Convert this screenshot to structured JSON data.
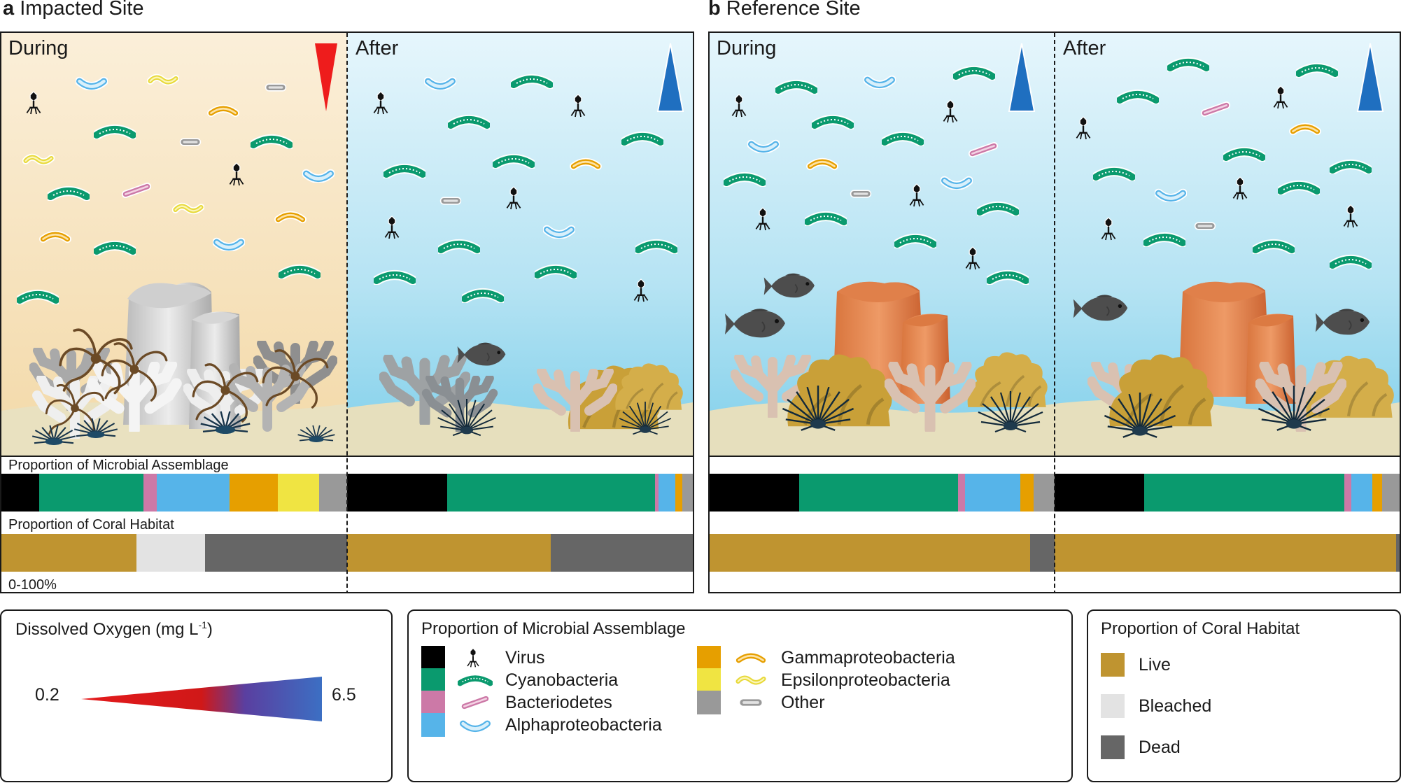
{
  "panel_a": {
    "letter": "a",
    "title": "Impacted Site"
  },
  "panel_b": {
    "letter": "b",
    "title": "Reference Site"
  },
  "phase": {
    "during": "During",
    "after": "After"
  },
  "row_labels": {
    "microbial": "Proportion of Microbial Assemblage",
    "coral": "Proportion of Coral Habitat",
    "scale": "0-100%"
  },
  "colors": {
    "virus": "#000000",
    "cyanobacteria": "#0a9a6e",
    "bacteriodetes": "#cc79a7",
    "alphaproteobacteria": "#56b4e9",
    "gammaproteobacteria": "#e69f00",
    "epsilonproteobacteria": "#f0e442",
    "other": "#999999",
    "live": "#bf9430",
    "bleached": "#e3e3e3",
    "dead": "#666666",
    "do_low": "#e41a1c",
    "do_high": "#3c6fc3"
  },
  "chart_data": [
    {
      "type": "bar",
      "title": "Proportion of Microbial Assemblage",
      "categories": [
        "Virus",
        "Cyanobacteria",
        "Bacteriodetes",
        "Alphaproteobacteria",
        "Gammaproteobacteria",
        "Epsilonproteobacteria",
        "Other"
      ],
      "series": [
        {
          "name": "Impacted Site During",
          "values": [
            11,
            30,
            4,
            21,
            14,
            12,
            8
          ]
        },
        {
          "name": "Impacted Site After",
          "values": [
            29,
            60,
            1,
            5,
            2,
            0,
            3
          ]
        },
        {
          "name": "Reference Site During",
          "values": [
            26,
            46,
            2,
            16,
            4,
            0,
            6
          ]
        },
        {
          "name": "Reference Site After",
          "values": [
            26,
            58,
            2,
            6,
            3,
            0,
            5
          ]
        }
      ]
    },
    {
      "type": "bar",
      "title": "Proportion of Coral Habitat",
      "categories": [
        "Live",
        "Bleached",
        "Dead"
      ],
      "series": [
        {
          "name": "Impacted Site During",
          "values": [
            39,
            20,
            41
          ]
        },
        {
          "name": "Impacted Site After",
          "values": [
            59,
            0,
            41
          ]
        },
        {
          "name": "Reference Site During",
          "values": [
            93,
            0,
            7
          ]
        },
        {
          "name": "Reference Site After",
          "values": [
            99,
            0,
            1
          ]
        }
      ]
    }
  ],
  "legend_do": {
    "title_main": "Dissolved Oxygen (mg L",
    "title_sup": "-1",
    "title_end": ")",
    "min": "0.2",
    "max": "6.5"
  },
  "legend_microbial": {
    "title": "Proportion of Microbial Assemblage",
    "items": [
      {
        "label": "Virus",
        "icon": "virus-icon"
      },
      {
        "label": "Cyanobacteria",
        "icon": "cyanobacteria-icon"
      },
      {
        "label": "Bacteriodetes",
        "icon": "rod-bacterium-icon"
      },
      {
        "label": "Alphaproteobacteria",
        "icon": "curved-bacterium-icon"
      },
      {
        "label": "Gammaproteobacteria",
        "icon": "curved-bacterium-icon"
      },
      {
        "label": "Epsilonproteobacteria",
        "icon": "spiral-bacterium-icon"
      },
      {
        "label": "Other",
        "icon": "rod-bacterium-icon"
      }
    ]
  },
  "legend_coral": {
    "title": "Proportion of Coral Habitat",
    "items": [
      "Live",
      "Bleached",
      "Dead"
    ]
  }
}
